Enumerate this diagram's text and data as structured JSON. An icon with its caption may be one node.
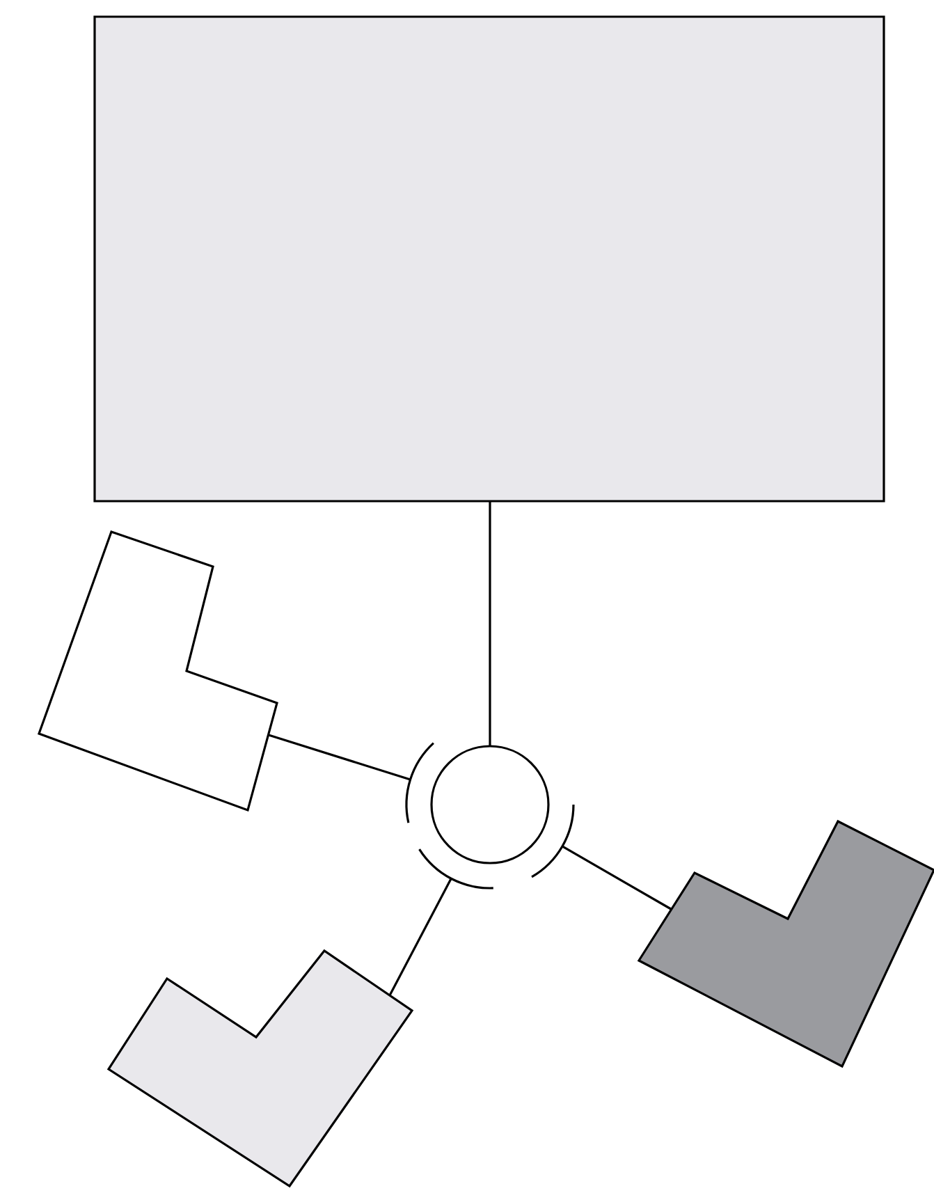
{
  "diagram": {
    "nodes": [
      {
        "text": [],
        "shape": "box"
      },
      {
        "text": [],
        "shape": "circle"
      },
      {
        "text": [],
        "shape": "polygon"
      },
      {
        "text": [],
        "shape": "polygon"
      },
      {
        "text": [],
        "shape": "polygon"
      }
    ],
    "edges": [
      {
        "from": 0,
        "to": 1,
        "arrow": "none"
      },
      {
        "from": 2,
        "to": 1,
        "arrow": "none"
      },
      {
        "from": 3,
        "to": 1,
        "arrow": "none"
      },
      {
        "from": 4,
        "to": 1,
        "arrow": "none"
      }
    ]
  }
}
